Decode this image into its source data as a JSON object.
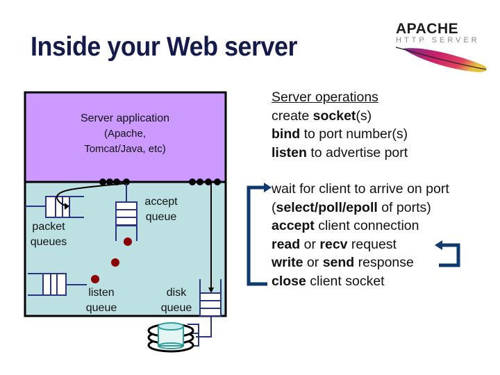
{
  "slide": {
    "title": "Inside your Web server",
    "logo": {
      "name": "APACHE",
      "subtitle": "HTTP SERVER",
      "feather_colors": [
        "#c8206a",
        "#7a2a8c",
        "#e8c040"
      ]
    }
  },
  "diagram": {
    "colors": {
      "app_fill": "#cc99ff",
      "kernel_fill": "#bde0e3",
      "border": "#000000",
      "queue_line": "#2a3380",
      "packet_dot": "#8b0000",
      "disk": "#2a9d9a",
      "arrow": "#0f3a6e"
    },
    "app_box": {
      "lines": [
        "Server application",
        "(Apache,",
        "Tomcat/Java, etc)"
      ]
    },
    "labels": {
      "packet_queues": [
        "packet",
        "queues"
      ],
      "accept_queue": [
        "accept",
        "queue"
      ],
      "listen_queue": [
        "listen",
        "queue"
      ],
      "disk_queue": [
        "disk",
        "queue"
      ]
    }
  },
  "server_operations": {
    "heading": "Server operations",
    "lines": [
      [
        {
          "t": "create ",
          "b": false
        },
        {
          "t": "socket",
          "b": true
        },
        {
          "t": "(s)",
          "b": false
        }
      ],
      [
        {
          "t": "bind",
          "b": true
        },
        {
          "t": " to port number(s)",
          "b": false
        }
      ],
      [
        {
          "t": "listen",
          "b": true
        },
        {
          "t": " to advertise port",
          "b": false
        }
      ]
    ]
  },
  "request_loop": {
    "lines": [
      [
        {
          "t": "wait for client to arrive on port",
          "b": false
        }
      ],
      [
        {
          "t": "(",
          "b": false
        },
        {
          "t": "select/poll/epoll",
          "b": true
        },
        {
          "t": " of ports)",
          "b": false
        }
      ],
      [
        {
          "t": "accept",
          "b": true
        },
        {
          "t": " client connection",
          "b": false
        }
      ],
      [
        {
          "t": "read",
          "b": true
        },
        {
          "t": " or ",
          "b": false
        },
        {
          "t": "recv",
          "b": true
        },
        {
          "t": " request",
          "b": false
        }
      ],
      [
        {
          "t": "write",
          "b": true
        },
        {
          "t": " or ",
          "b": false
        },
        {
          "t": "send",
          "b": true
        },
        {
          "t": " response",
          "b": false
        }
      ],
      [
        {
          "t": "close",
          "b": true
        },
        {
          "t": " client socket",
          "b": false
        }
      ]
    ]
  }
}
